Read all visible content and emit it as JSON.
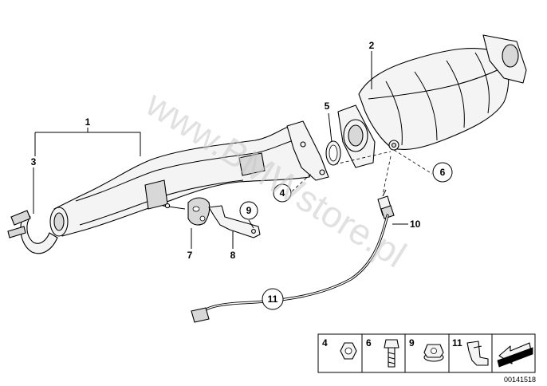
{
  "callouts": {
    "c1": "1",
    "c2": "2",
    "c3": "3",
    "c4": "4",
    "c5": "5",
    "c6": "6",
    "c7": "7",
    "c8": "8",
    "c9": "9",
    "c10": "10",
    "c11": "11"
  },
  "legend": {
    "n4": "4",
    "n6": "6",
    "n9": "9",
    "n11": "11"
  },
  "doc_id": "00141518",
  "watermark": "www.BMWstore.pl"
}
